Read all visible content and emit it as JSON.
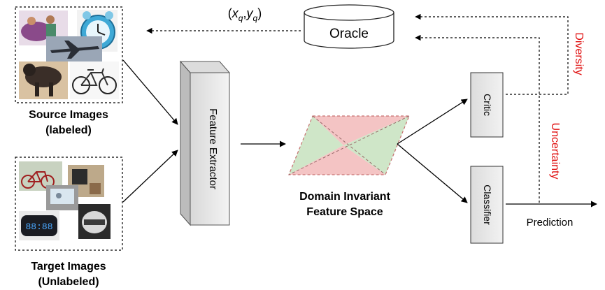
{
  "source": {
    "label_line1": "Source Images",
    "label_line2": "(labeled)"
  },
  "target": {
    "label_line1": "Target Images",
    "label_line2": "(Unlabeled)"
  },
  "extractor": {
    "label": "Feature Extractor"
  },
  "feature_space": {
    "label_line1": "Domain Invariant",
    "label_line2": "Feature Space"
  },
  "critic": {
    "label": "Critic"
  },
  "classifier": {
    "label": "Classifier"
  },
  "oracle": {
    "label": "Oracle"
  },
  "query": {
    "x": "x",
    "x_sub": "q",
    "y": "y",
    "y_sub": "q"
  },
  "prediction": {
    "label": "Prediction"
  },
  "signals": {
    "diversity": "Diversity",
    "uncertainty": "Uncertainty"
  },
  "colors": {
    "signal_red": "#e01010",
    "region_pink": "#f4c4c4",
    "region_green": "#cfe6c8",
    "region_border": "#c77070",
    "box_fill": "#e6e6e6"
  }
}
